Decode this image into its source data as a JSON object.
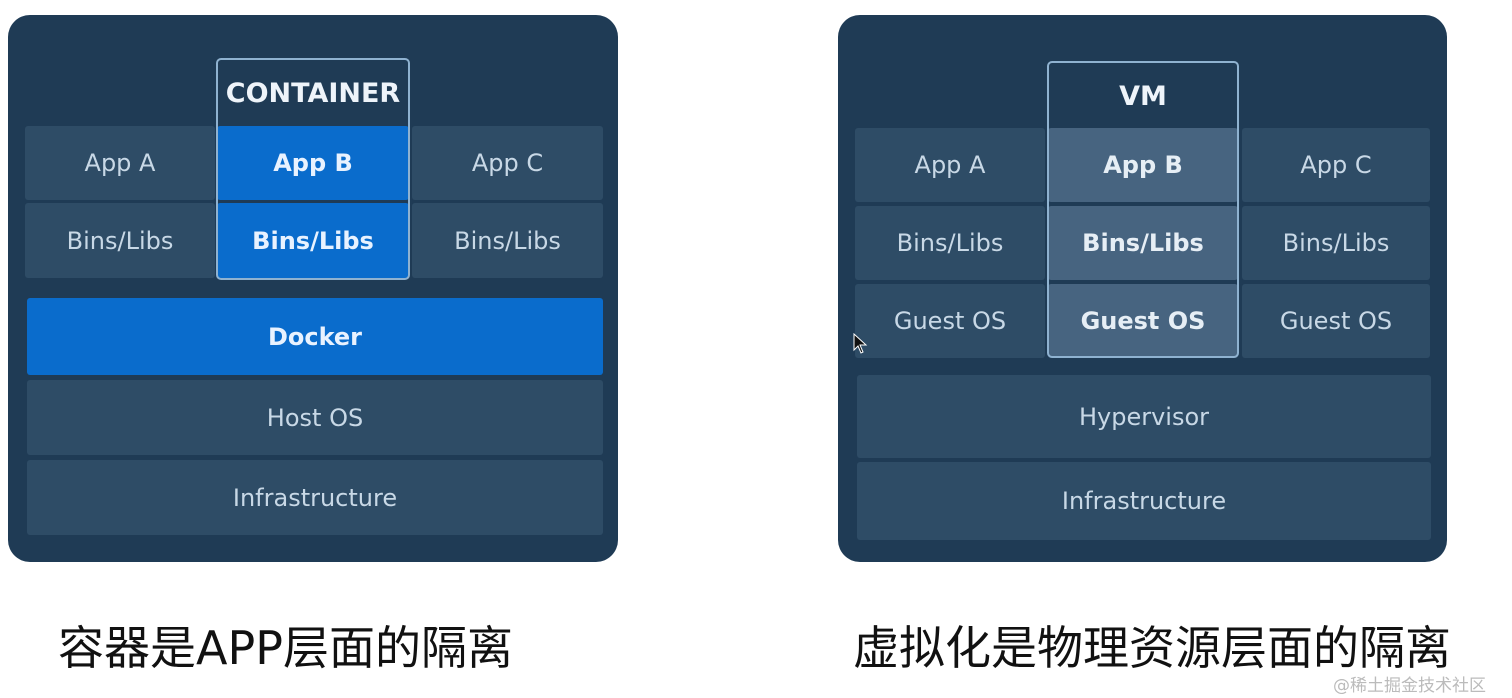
{
  "container_diagram": {
    "box_label": "CONTAINER",
    "apps": [
      "App A",
      "App B",
      "App C"
    ],
    "libs": [
      "Bins/Libs",
      "Bins/Libs",
      "Bins/Libs"
    ],
    "engine": "Docker",
    "host_os": "Host OS",
    "infrastructure": "Infrastructure",
    "caption": "容器是APP层面的隔离"
  },
  "vm_diagram": {
    "box_label": "VM",
    "apps": [
      "App A",
      "App B",
      "App C"
    ],
    "libs": [
      "Bins/Libs",
      "Bins/Libs",
      "Bins/Libs"
    ],
    "guest_os": [
      "Guest OS",
      "Guest OS",
      "Guest OS"
    ],
    "hypervisor": "Hypervisor",
    "infrastructure": "Infrastructure",
    "caption": "虚拟化是物理资源层面的隔离"
  },
  "watermark": "@稀土掘金技术社区",
  "colors": {
    "panel": "#1f3b55",
    "cell": "#2e4c66",
    "accent": "#0a6ccc"
  }
}
